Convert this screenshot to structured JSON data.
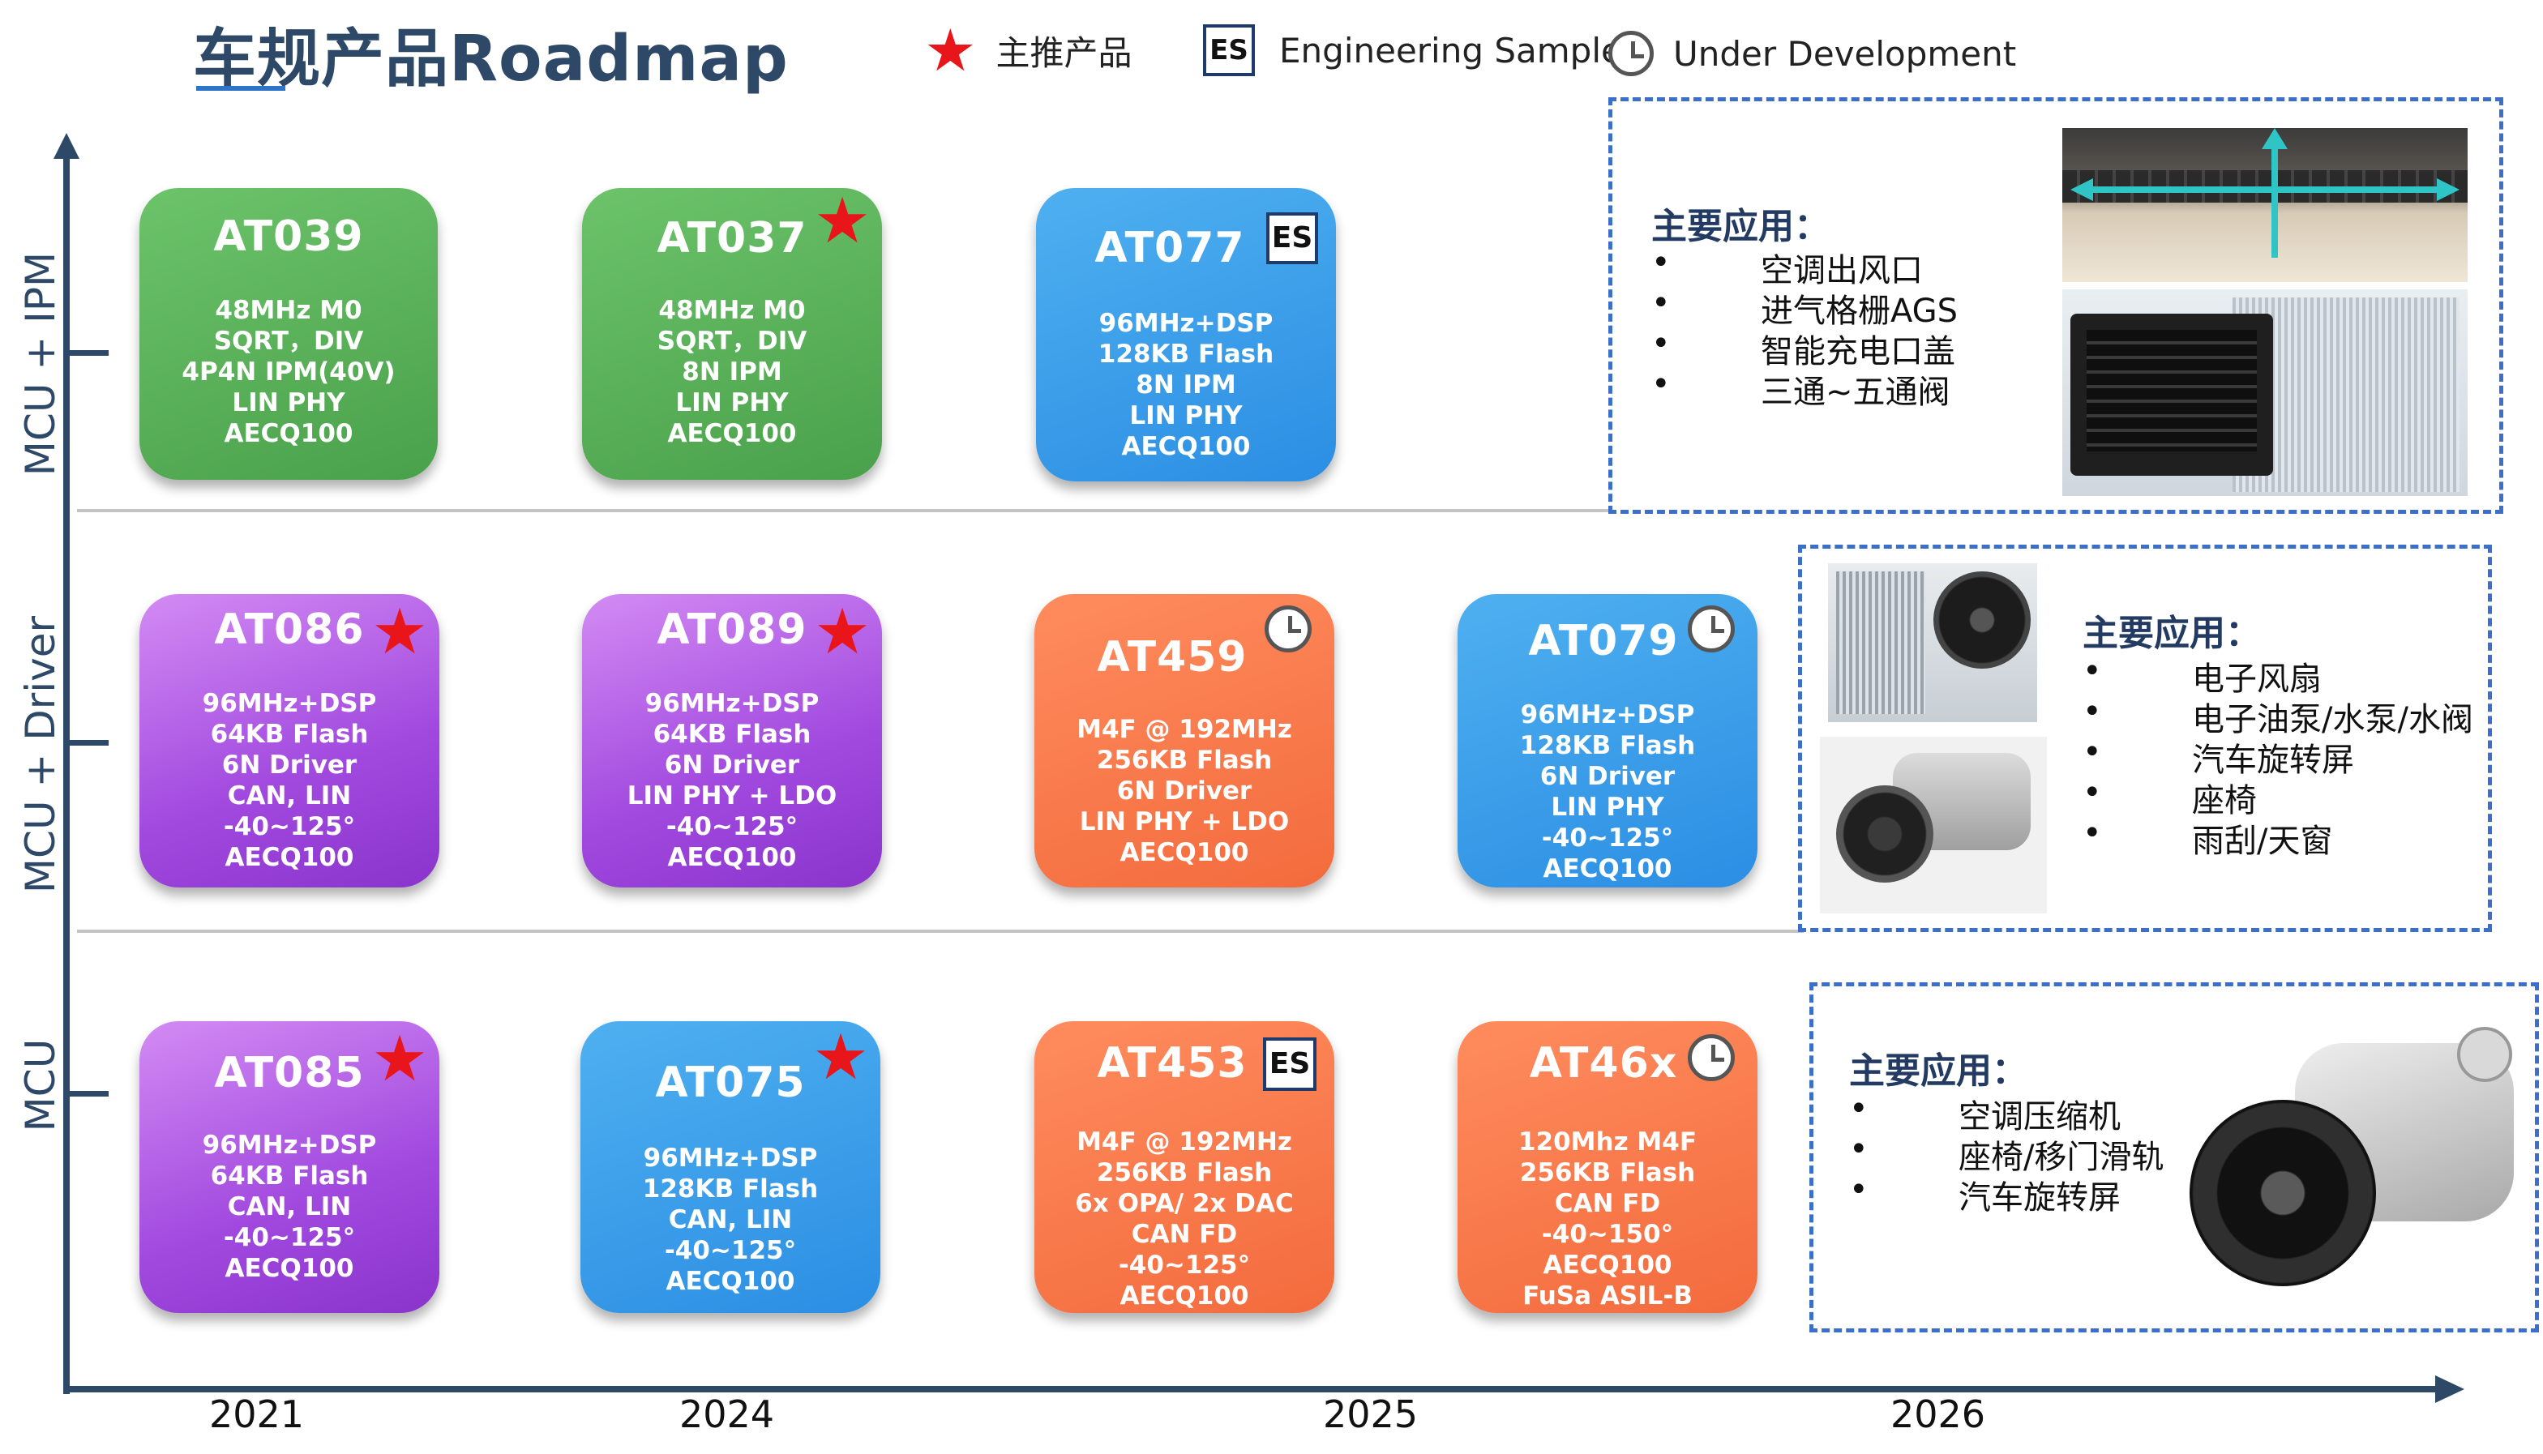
{
  "title": "车规产品Roadmap",
  "legend": {
    "featured": "主推产品",
    "es_badge": "ES",
    "engineering_sample": "Engineering Sample",
    "under_development": "Under Development"
  },
  "rows": {
    "mcu_ipm": "MCU + IPM",
    "mcu_driver": "MCU + Driver",
    "mcu": "MCU"
  },
  "years": [
    "2021",
    "2024",
    "2025",
    "2026"
  ],
  "cards": [
    {
      "name": "AT039",
      "specs": [
        "48MHz M0",
        "SQRT，DIV",
        "4P4N IPM(40V)",
        "LIN PHY",
        "AECQ100"
      ]
    },
    {
      "name": "AT037",
      "specs": [
        "48MHz M0",
        "SQRT，DIV",
        "8N IPM",
        "LIN PHY",
        "AECQ100"
      ]
    },
    {
      "name": "AT077",
      "specs": [
        "96MHz+DSP",
        "128KB Flash",
        "8N IPM",
        "LIN PHY",
        "AECQ100"
      ]
    },
    {
      "name": "AT086",
      "specs": [
        "96MHz+DSP",
        "64KB Flash",
        "6N Driver",
        "CAN, LIN",
        "-40~125°",
        "AECQ100"
      ]
    },
    {
      "name": "AT089",
      "specs": [
        "96MHz+DSP",
        "64KB Flash",
        "6N Driver",
        "LIN PHY + LDO",
        "-40~125°",
        "AECQ100"
      ]
    },
    {
      "name": "AT459",
      "specs": [
        "M4F @ 192MHz",
        "256KB Flash",
        "6N Driver",
        "LIN PHY + LDO",
        "AECQ100"
      ]
    },
    {
      "name": "AT079",
      "specs": [
        "96MHz+DSP",
        "128KB Flash",
        "6N Driver",
        "LIN PHY",
        "-40~125°",
        "AECQ100"
      ]
    },
    {
      "name": "AT085",
      "specs": [
        "96MHz+DSP",
        "64KB Flash",
        "CAN, LIN",
        "-40~125°",
        "AECQ100"
      ]
    },
    {
      "name": "AT075",
      "specs": [
        "96MHz+DSP",
        "128KB Flash",
        "CAN, LIN",
        "-40~125°",
        "AECQ100"
      ]
    },
    {
      "name": "AT453",
      "specs": [
        "M4F @ 192MHz",
        "256KB Flash",
        "6x OPA/ 2x DAC",
        "CAN FD",
        "-40~125°",
        "AECQ100"
      ]
    },
    {
      "name": "AT46x",
      "specs": [
        "120Mhz M4F",
        "256KB Flash",
        "CAN FD",
        "-40~150°",
        "AECQ100",
        "FuSa ASIL-B"
      ]
    }
  ],
  "applications": [
    {
      "title": "主要应用：",
      "bullet": "•",
      "items": [
        "空调出风口",
        "进气格栅AGS",
        "智能充电口盖",
        "三通~五通阀"
      ]
    },
    {
      "title": "主要应用：",
      "bullet": "•",
      "items": [
        "电子风扇",
        "电子油泵/水泵/水阀",
        "汽车旋转屏",
        "座椅",
        "雨刮/天窗"
      ]
    },
    {
      "title": "主要应用：",
      "bullet": "•",
      "items": [
        "空调压缩机",
        "座椅/移门滑轨",
        "汽车旋转屏"
      ]
    }
  ],
  "colors": {
    "green": "#5bb35a",
    "blue": "#3a9ce9",
    "purple": "#b15fe6",
    "orange": "#f77a4c",
    "star": "#e8161b",
    "axis": "#2e4867",
    "dashed": "#3b6fc9"
  }
}
